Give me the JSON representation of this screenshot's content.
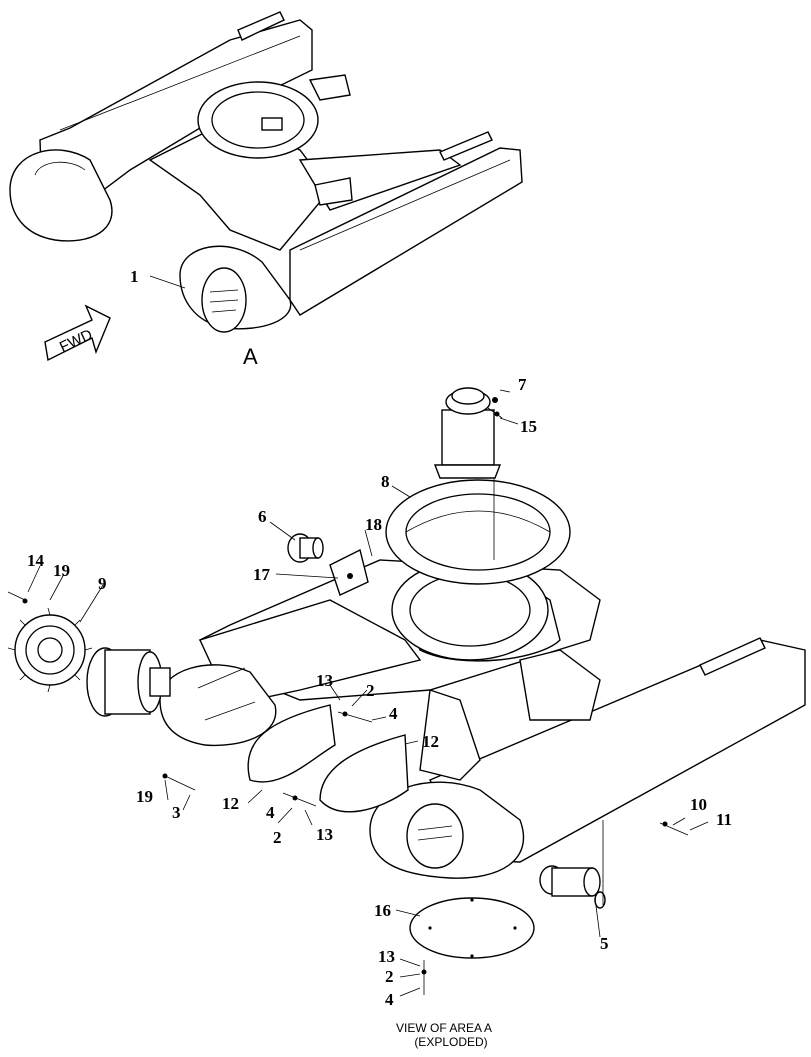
{
  "overview": {
    "view_letter": "A",
    "fwd_label": "FWD",
    "callout_1": "1"
  },
  "callouts": {
    "c2a": "2",
    "c2b": "2",
    "c2c": "2",
    "c3": "3",
    "c4a": "4",
    "c4b": "4",
    "c4c": "4",
    "c5": "5",
    "c6": "6",
    "c7": "7",
    "c8": "8",
    "c9": "9",
    "c10": "10",
    "c11": "11",
    "c12a": "12",
    "c12b": "12",
    "c13a": "13",
    "c13b": "13",
    "c13c": "13",
    "c14": "14",
    "c15": "15",
    "c16": "16",
    "c17": "17",
    "c18": "18",
    "c19a": "19",
    "c19b": "19"
  },
  "caption": {
    "line1": "VIEW OF AREA A",
    "line2": "(EXPLODED)"
  }
}
